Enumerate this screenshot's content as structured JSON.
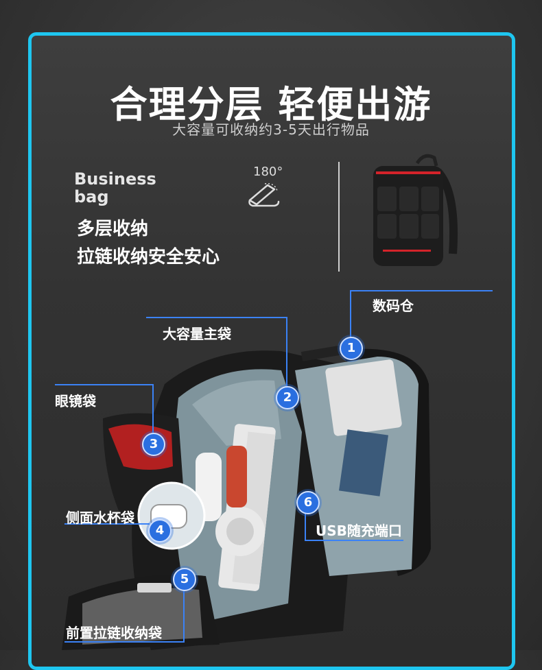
{
  "header": {
    "title": "合理分层 轻便出游",
    "subtitle": "大容量可收纳约3-5天出行物品"
  },
  "intro": {
    "business_bag": "Business bag",
    "rotation_label": "180°",
    "features": [
      "多层收纳",
      "拉链收纳安全安心"
    ]
  },
  "callouts": [
    {
      "number": "1",
      "label": "数码仓"
    },
    {
      "number": "2",
      "label": "大容量主袋"
    },
    {
      "number": "3",
      "label": "眼镜袋"
    },
    {
      "number": "4",
      "label": "侧面水杯袋"
    },
    {
      "number": "5",
      "label": "前置拉链收纳袋"
    },
    {
      "number": "6",
      "label": "USB随充端口"
    }
  ],
  "colors": {
    "frame_border": "#1ec6f0",
    "callout_line": "#3b82f6",
    "badge_fill": "#2a6fe0",
    "bag_accent": "#d4232a"
  }
}
